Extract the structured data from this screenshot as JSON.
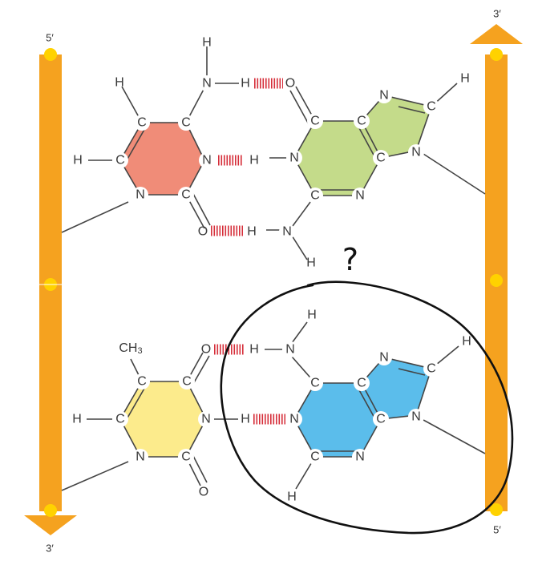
{
  "diagram": {
    "backbone_color": "#F5A21F",
    "node_color": "#FFD200",
    "hydrogen_bond_color": "#D62E3A",
    "annotation_color": "#111111",
    "left_strand": {
      "top_label": "5′",
      "bottom_label": "3′"
    },
    "right_strand": {
      "top_label": "3′",
      "bottom_label": "5′"
    },
    "annotation": {
      "question_mark": "?"
    },
    "top_pair": {
      "left_base": {
        "fill": "#F08C78",
        "atoms": {
          "h_amino": "H",
          "n_amino": "N",
          "h4": "H",
          "c_a": "C",
          "c_b": "C",
          "h5": "H",
          "c_5": "C",
          "n_3": "N",
          "n_1": "N",
          "c_2": "C",
          "o_2": "O"
        }
      },
      "right_base": {
        "six_ring_fill": "#C4DB8A",
        "five_ring_fill": "#C4DB8A",
        "atoms": {
          "o_6": "O",
          "c_6": "C",
          "c_5": "C",
          "n_7": "N",
          "c_8": "C",
          "h_8": "H",
          "n_9": "N",
          "c_4": "C",
          "n_1": "N",
          "h_1": "H",
          "c_2": "C",
          "n_3": "N",
          "n_2": "N",
          "h_2a": "H",
          "h_2b": "H"
        }
      }
    },
    "bottom_pair": {
      "left_base": {
        "fill": "#FCEB8C",
        "atoms": {
          "ch3": "CH3",
          "c_5": "C",
          "c_4": "C",
          "o_4": "O",
          "h_6": "H",
          "c_6": "C",
          "n_3": "N",
          "n_1": "N",
          "c_2": "C",
          "o_2": "O"
        }
      },
      "right_base": {
        "six_ring_fill": "#5BBDEB",
        "five_ring_fill": "#5BBDEB",
        "atoms": {
          "h_amino": "H",
          "n_amino": "N",
          "h_amino2": "H",
          "c_6": "C",
          "c_5": "C",
          "n_7": "N",
          "c_8": "C",
          "h_8": "H",
          "n_9": "N",
          "c_4": "C",
          "n_1": "N",
          "c_2": "C",
          "n_3": "N",
          "h_2": "H"
        }
      }
    }
  }
}
